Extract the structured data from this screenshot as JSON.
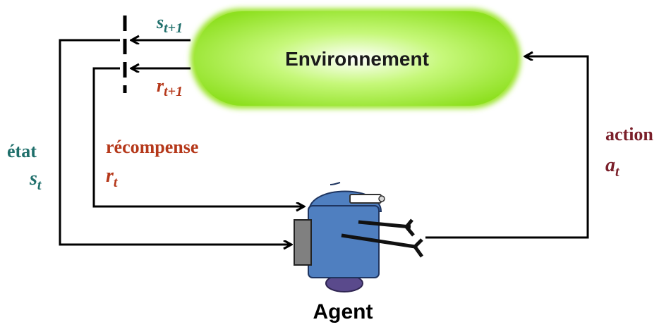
{
  "environment": {
    "label": "Environnement"
  },
  "agent": {
    "label": "Agent"
  },
  "signals": {
    "state": {
      "label": "état",
      "symbol": "s",
      "subscript": "t"
    },
    "reward": {
      "label": "récompense",
      "symbol": "r",
      "subscript": "t"
    },
    "action": {
      "label": "action",
      "symbol": "a",
      "subscript": "t"
    },
    "next_state": {
      "symbol": "s",
      "subscript": "t+1"
    },
    "next_reward": {
      "symbol": "r",
      "subscript": "t+1"
    }
  },
  "colors": {
    "environment_fill": "#a6ef2c",
    "environment_glow": "#7fd818",
    "state_text": "#1f6f6b",
    "reward_text": "#b5381a",
    "action_text": "#7a1f2a",
    "robot_body": "#4f7fc0",
    "robot_wheel": "#5a4a8c",
    "robot_side": "#808080",
    "line": "#000000"
  },
  "icons": [
    "robot-agent-icon",
    "switch-icon"
  ]
}
